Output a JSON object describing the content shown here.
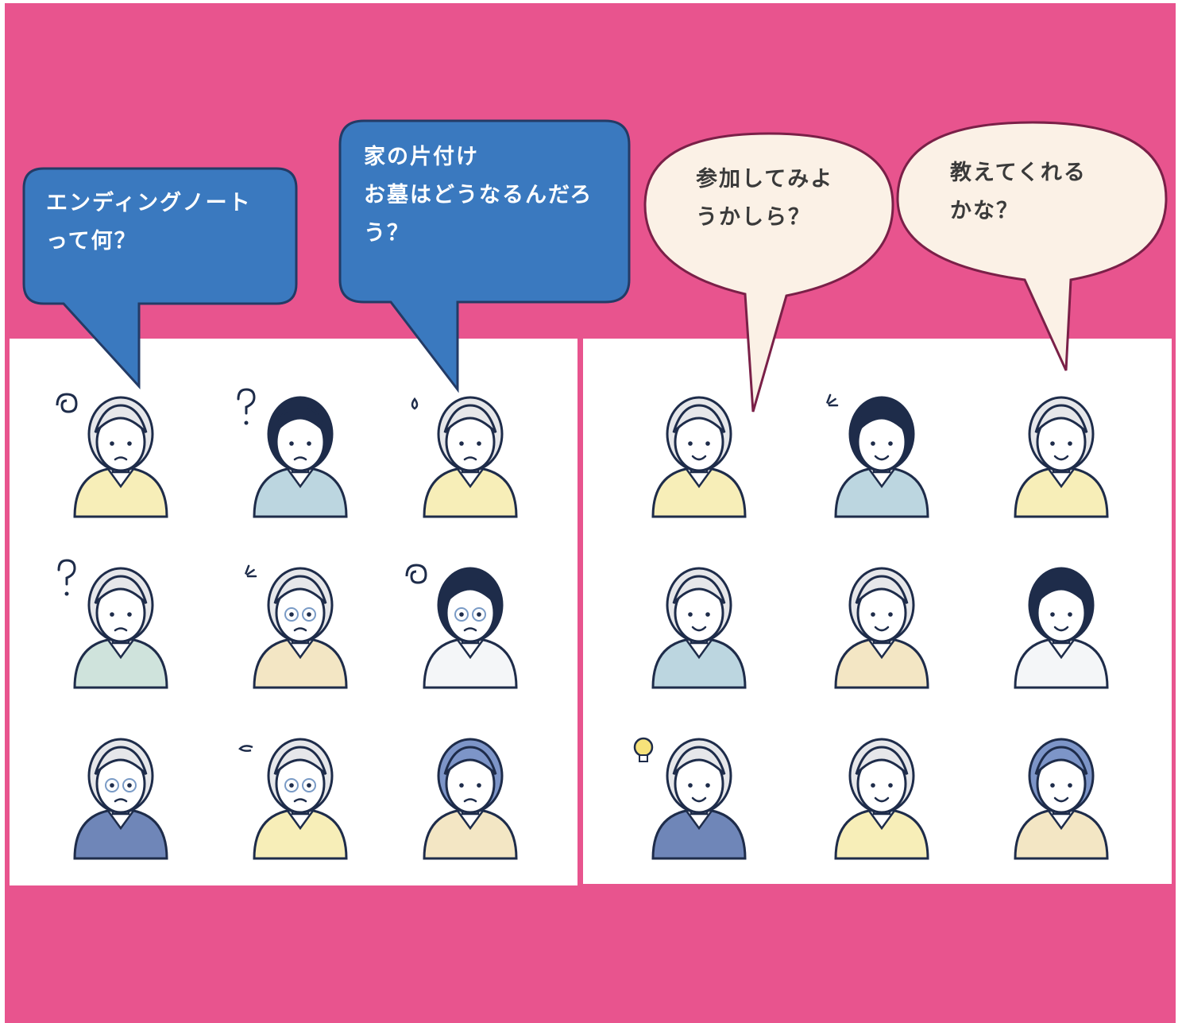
{
  "colors": {
    "background_pink": "#e8548e",
    "bubble_blue": "#3a79bf",
    "bubble_outline": "#233b66",
    "bubble_cream": "#fbf1e6",
    "bubble_cream_outline": "#7a2048",
    "panel_white": "#ffffff",
    "line_navy": "#1e2c4a",
    "skin": "#ffffff",
    "hair_gray": "#e6e7ea",
    "hair_dark": "#1e2c4a",
    "hair_blue": "#7d95c8",
    "cloth_yellow": "#f7eeb8",
    "cloth_green": "#cfe3dc",
    "cloth_blue": "#bcd6e0",
    "cloth_navy": "#6f86b8",
    "cloth_beige": "#f3e6c4"
  },
  "bubbles": {
    "left_1": {
      "text": "エンディングノート\nって何？",
      "style": "dark-rect"
    },
    "left_2": {
      "text": "家の片付け\nお墓はどうなるんだろ\nう？",
      "style": "dark-rect"
    },
    "right_1": {
      "text": "参加してみよ\nうかしら？",
      "style": "light-oval"
    },
    "right_2": {
      "text": "教えてくれる\nかな？",
      "style": "light-oval"
    }
  },
  "panels": {
    "left": {
      "mood": "worried",
      "people": [
        {
          "name": "woman-scarf",
          "hair": "gray",
          "cloth": "yellow",
          "icon": "swirl-icon"
        },
        {
          "name": "man-phone",
          "hair": "dark",
          "cloth": "blue",
          "icon": "question-icon"
        },
        {
          "name": "woman-ponytail",
          "hair": "gray",
          "cloth": "yellow",
          "icon": "sweat-icon"
        },
        {
          "name": "woman-cheek",
          "hair": "gray",
          "cloth": "green",
          "icon": "question-icon"
        },
        {
          "name": "man-suit-glasses",
          "hair": "gray",
          "cloth": "beige",
          "icon": "anger-icon"
        },
        {
          "name": "woman-glasses",
          "hair": "dark",
          "cloth": "white",
          "icon": "tangle-icon"
        },
        {
          "name": "elder-man-glasses",
          "hair": "gray",
          "cloth": "navy",
          "icon": ""
        },
        {
          "name": "elder-woman-glasses",
          "hair": "gray",
          "cloth": "yellow",
          "icon": "sigh-icon"
        },
        {
          "name": "man-pointing",
          "hair": "blue",
          "cloth": "beige",
          "icon": ""
        }
      ]
    },
    "right": {
      "mood": "happy",
      "people": [
        {
          "name": "woman-scarf",
          "hair": "gray",
          "cloth": "yellow",
          "icon": ""
        },
        {
          "name": "man-smile",
          "hair": "dark",
          "cloth": "blue",
          "icon": "spark-icon"
        },
        {
          "name": "woman-ponytail",
          "hair": "gray",
          "cloth": "yellow",
          "icon": ""
        },
        {
          "name": "woman-smile",
          "hair": "gray",
          "cloth": "blue",
          "icon": ""
        },
        {
          "name": "man-suit-fist",
          "hair": "gray",
          "cloth": "beige",
          "icon": ""
        },
        {
          "name": "woman-ok",
          "hair": "dark",
          "cloth": "white",
          "icon": ""
        },
        {
          "name": "elder-man-idea",
          "hair": "gray",
          "cloth": "navy",
          "icon": "lightbulb-icon"
        },
        {
          "name": "elder-woman-smile",
          "hair": "gray",
          "cloth": "yellow",
          "icon": ""
        },
        {
          "name": "man-smile-2",
          "hair": "blue",
          "cloth": "beige",
          "icon": ""
        }
      ]
    }
  }
}
